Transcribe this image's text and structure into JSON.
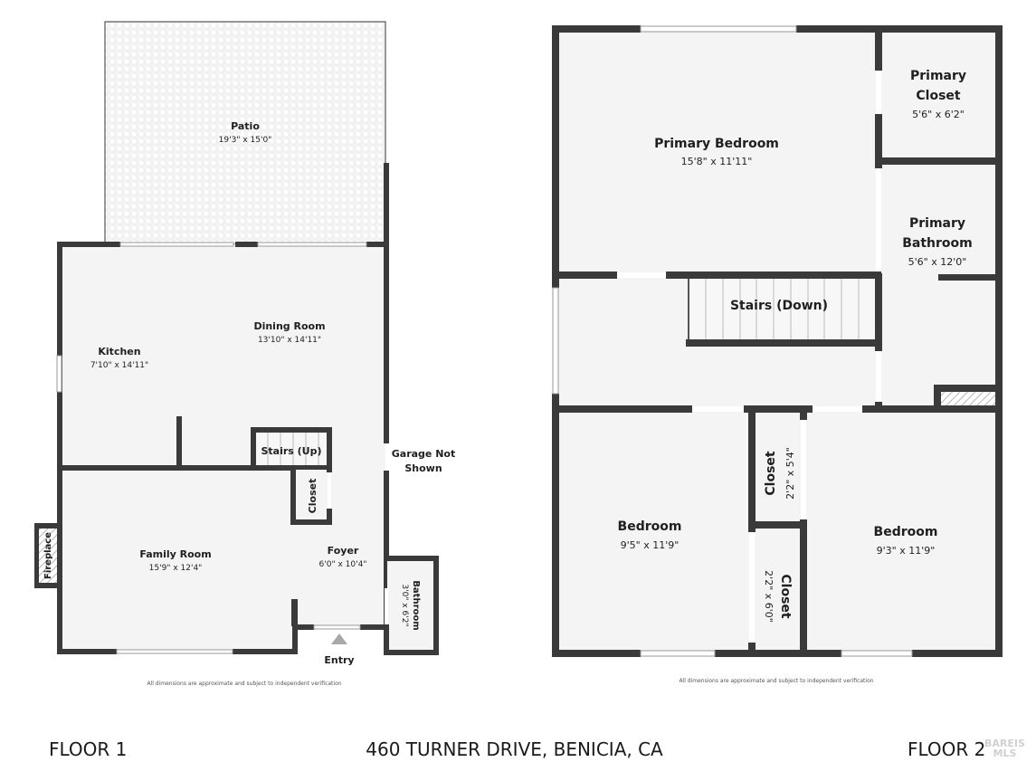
{
  "floor1": {
    "label": "FLOOR 1",
    "rooms": {
      "patio": {
        "name": "Patio",
        "dims": "19'3\" x 15'0\""
      },
      "kitchen": {
        "name": "Kitchen",
        "dims": "7'10\" x 14'11\""
      },
      "dining_room": {
        "name": "Dining Room",
        "dims": "13'10\" x 14'11\""
      },
      "stairs_up": {
        "name": "Stairs (Up)"
      },
      "closet": {
        "name": "Closet"
      },
      "garage": {
        "name_line1": "Garage Not",
        "name_line2": "Shown"
      },
      "family_room": {
        "name": "Family Room",
        "dims": "15'9\" x 12'4\""
      },
      "foyer": {
        "name": "Foyer",
        "dims": "6'0\" x 10'4\""
      },
      "fireplace": {
        "name": "Fireplace"
      },
      "bathroom": {
        "name": "Bathroom",
        "dims": "3'0\" x 6'2\""
      },
      "entry": {
        "name": "Entry"
      }
    },
    "disclaimer": "All dimensions are approximate and subject to independent verification"
  },
  "floor2": {
    "label": "FLOOR 2",
    "rooms": {
      "primary_bedroom": {
        "name": "Primary Bedroom",
        "dims": "15'8\" x 11'11\""
      },
      "primary_closet": {
        "name_line1": "Primary",
        "name_line2": "Closet",
        "dims": "5'6\" x 6'2\""
      },
      "primary_bathroom": {
        "name_line1": "Primary",
        "name_line2": "Bathroom",
        "dims": "5'6\" x 12'0\""
      },
      "stairs_down": {
        "name": "Stairs (Down)"
      },
      "bedroom_left": {
        "name": "Bedroom",
        "dims": "9'5\" x 11'9\""
      },
      "bedroom_right": {
        "name": "Bedroom",
        "dims": "9'3\" x 11'9\""
      },
      "closet_upper": {
        "name": "Closet",
        "dims": "2'2\" x 5'4\""
      },
      "closet_lower": {
        "name": "Closet",
        "dims": "2'2\" x 6'0\""
      }
    },
    "disclaimer": "All dimensions are approximate and subject to independent verification"
  },
  "footer": {
    "floor1_label": "FLOOR 1",
    "address": "460 TURNER DRIVE, BENICIA, CA",
    "floor2_label": "FLOOR 2",
    "watermark_line1": "BAREIS",
    "watermark_line2": "MLS"
  },
  "colors": {
    "wall": "#3a3a3a",
    "floor": "#f4f4f4",
    "text": "#1f1f1f",
    "entry_arrow": "#a8a8a8"
  }
}
